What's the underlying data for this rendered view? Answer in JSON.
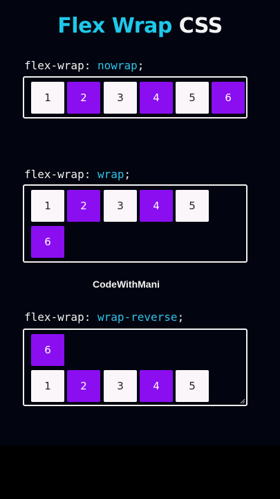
{
  "title": {
    "accent": "Flex Wrap",
    "plain": "CSS"
  },
  "sections": [
    {
      "property": "flex-wrap:",
      "value": "nowrap",
      "semicolon": ";",
      "items": [
        "1",
        "2",
        "3",
        "4",
        "5",
        "6"
      ]
    },
    {
      "property": "flex-wrap:",
      "value": "wrap",
      "semicolon": ";",
      "items": [
        "1",
        "2",
        "3",
        "4",
        "5",
        "6"
      ]
    },
    {
      "property": "flex-wrap:",
      "value": "wrap-reverse",
      "semicolon": ";",
      "items": [
        "1",
        "2",
        "3",
        "4",
        "5",
        "6"
      ]
    }
  ],
  "watermark": "CodeWithMani",
  "colors": {
    "accent": "#1ec8ea",
    "purple": "#8a0ef0",
    "light": "#faf6fa",
    "background": "#02040f"
  }
}
